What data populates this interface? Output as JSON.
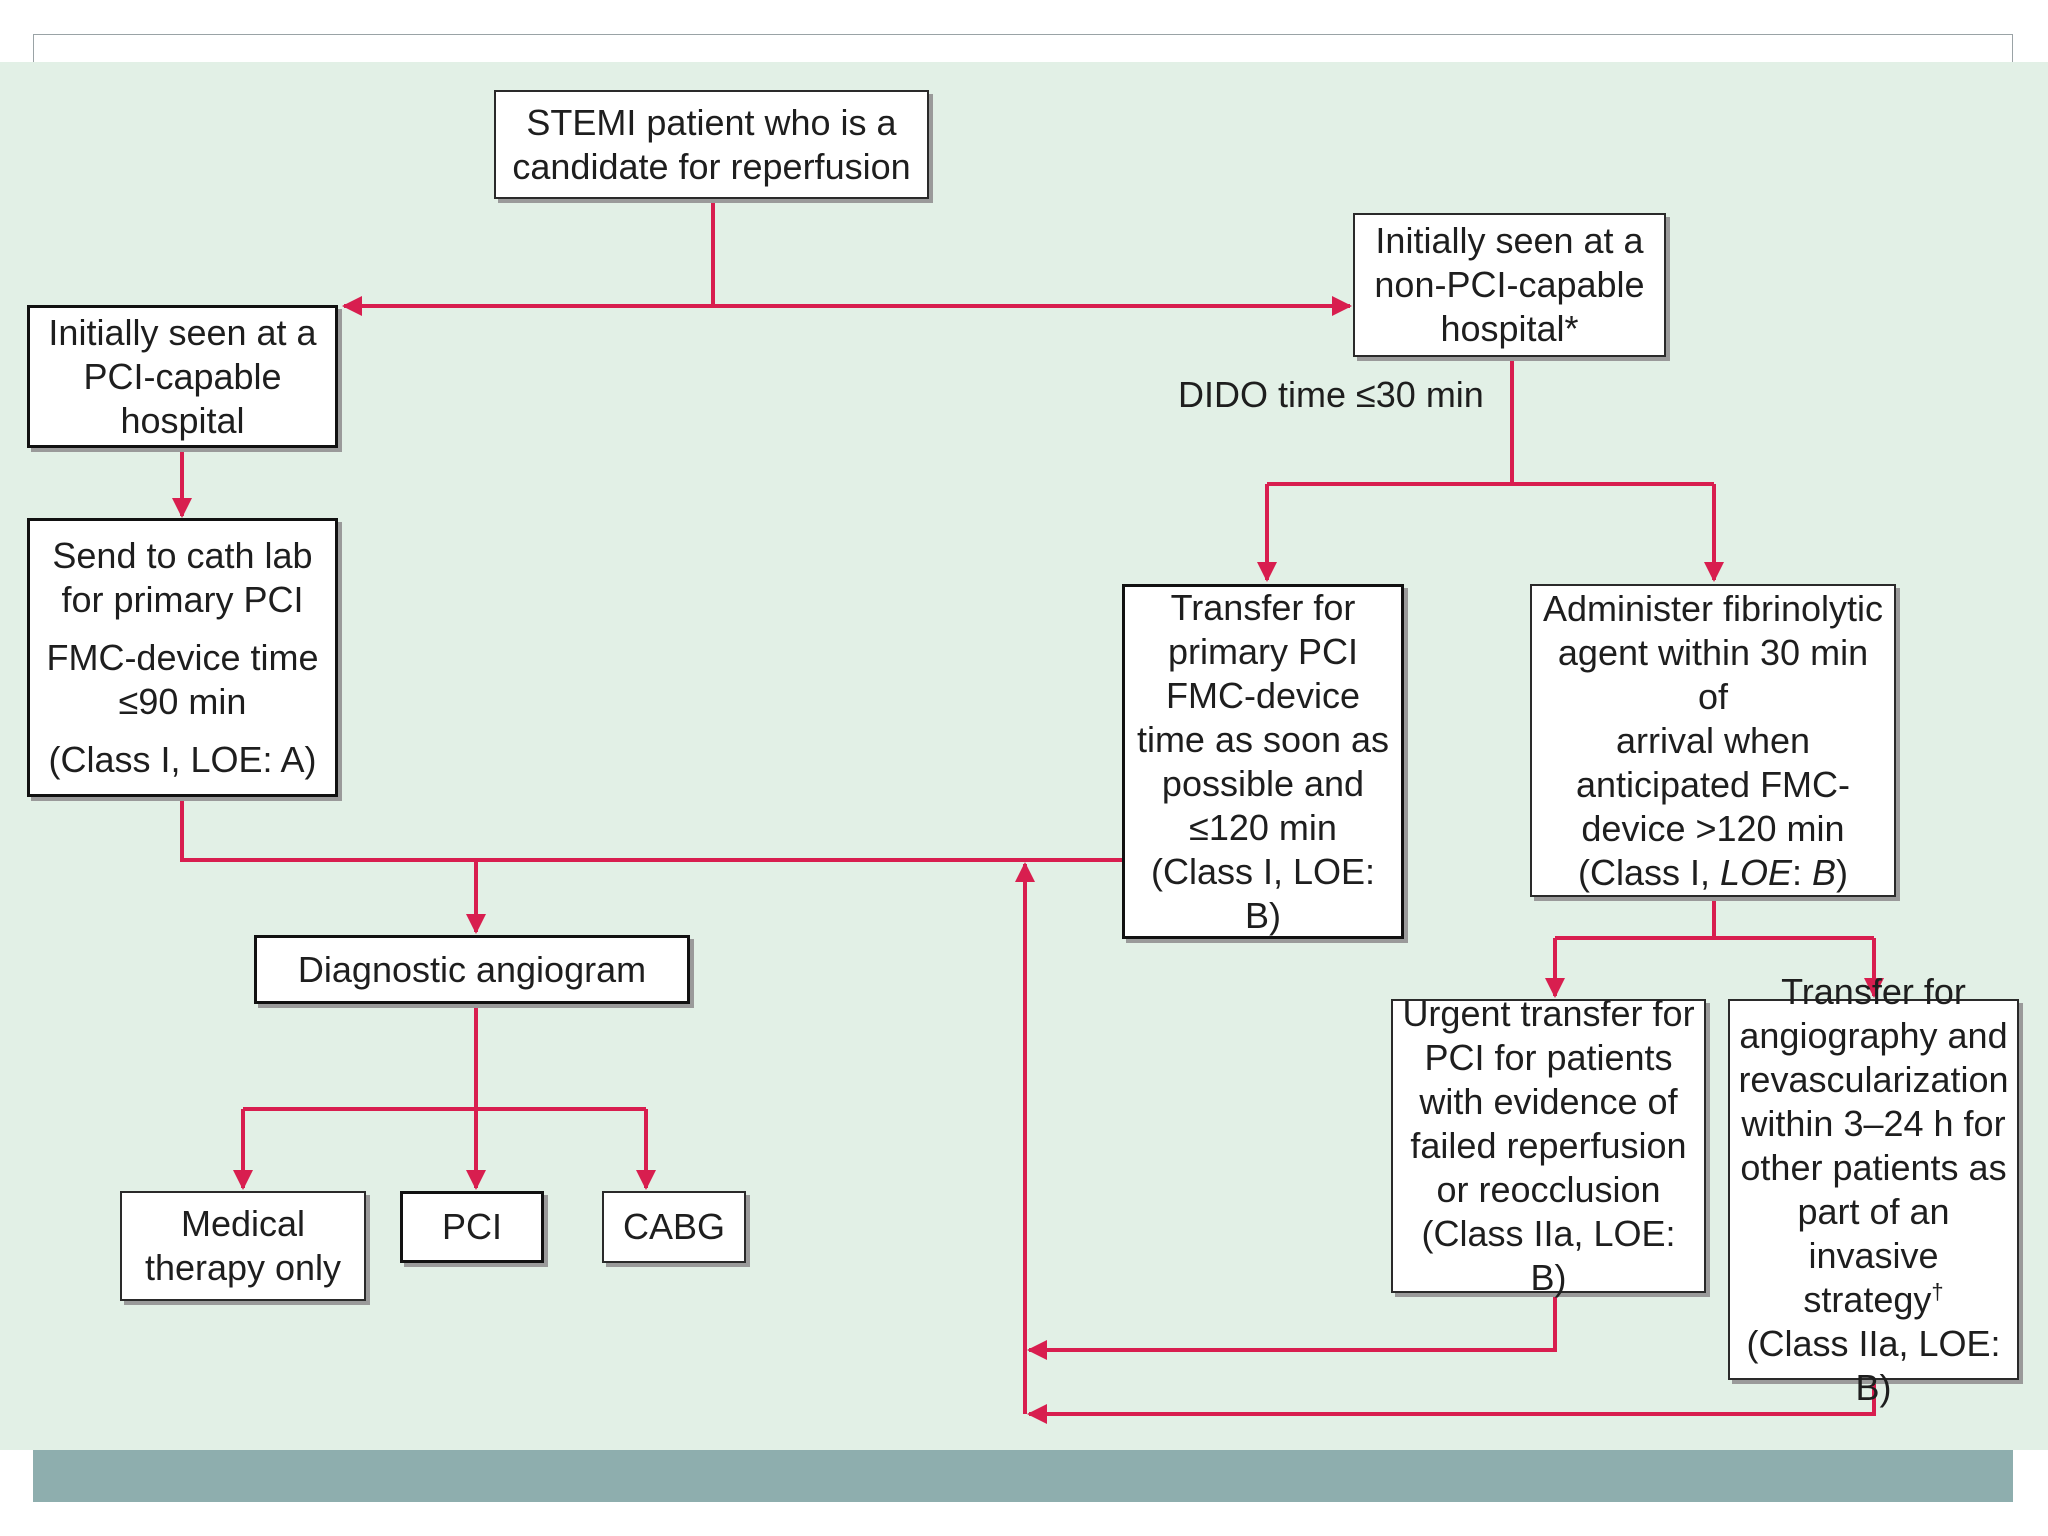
{
  "colors": {
    "panel_background": "#e2f0e6",
    "footer_band": "#8eaeae",
    "arrow": "#d81e4f",
    "box_border": "#2a2a2a"
  },
  "nodes": {
    "stemi_patient": {
      "lines": [
        "STEMI patient who is a",
        "candidate for reperfusion"
      ]
    },
    "pci_capable": {
      "lines": [
        "Initially seen at a",
        "PCI-capable",
        "hospital"
      ]
    },
    "non_pci_capable": {
      "lines": [
        "Initially seen at a",
        "non-PCI-capable",
        "hospital*"
      ]
    },
    "dido_label": "DIDO time ≤30 min",
    "send_cath_lab": {
      "lines": [
        "Send to cath lab",
        "for primary PCI"
      ],
      "time_lines": [
        "FMC-device time",
        "≤90 min"
      ],
      "class": "(Class I, LOE: A)"
    },
    "transfer_primary_pci": {
      "lines": [
        "Transfer for",
        "primary PCI"
      ],
      "time_lines": [
        "FMC-device",
        "time as soon as",
        "possible and",
        "≤120 min"
      ],
      "class": "(Class I, LOE: B)"
    },
    "fibrinolytic": {
      "lines": [
        "Administer fibrinolytic",
        "agent within 30 min of",
        "arrival when",
        "anticipated FMC-",
        "device >120 min"
      ],
      "class_prefix": "(Class I, ",
      "class_loe_label": "LOE",
      "class_sep": ": ",
      "class_loe_value": "B",
      "class_suffix": ")"
    },
    "diagnostic_angiogram": "Diagnostic angiogram",
    "medical_therapy": {
      "lines": [
        "Medical",
        "therapy only"
      ]
    },
    "pci": "PCI",
    "cabg": "CABG",
    "urgent_transfer": {
      "lines": [
        "Urgent transfer for",
        "PCI for patients",
        "with evidence of",
        "failed reperfusion",
        "or reocclusion"
      ],
      "class": "(Class IIa, LOE: B)"
    },
    "transfer_angiography": {
      "lines": [
        "Transfer for",
        "angiography and",
        "revascularization",
        "within 3–24 h for",
        "other patients as",
        "part of an",
        "invasive strategy"
      ],
      "dagger": "†",
      "class": "(Class IIa, LOE: B)"
    }
  }
}
